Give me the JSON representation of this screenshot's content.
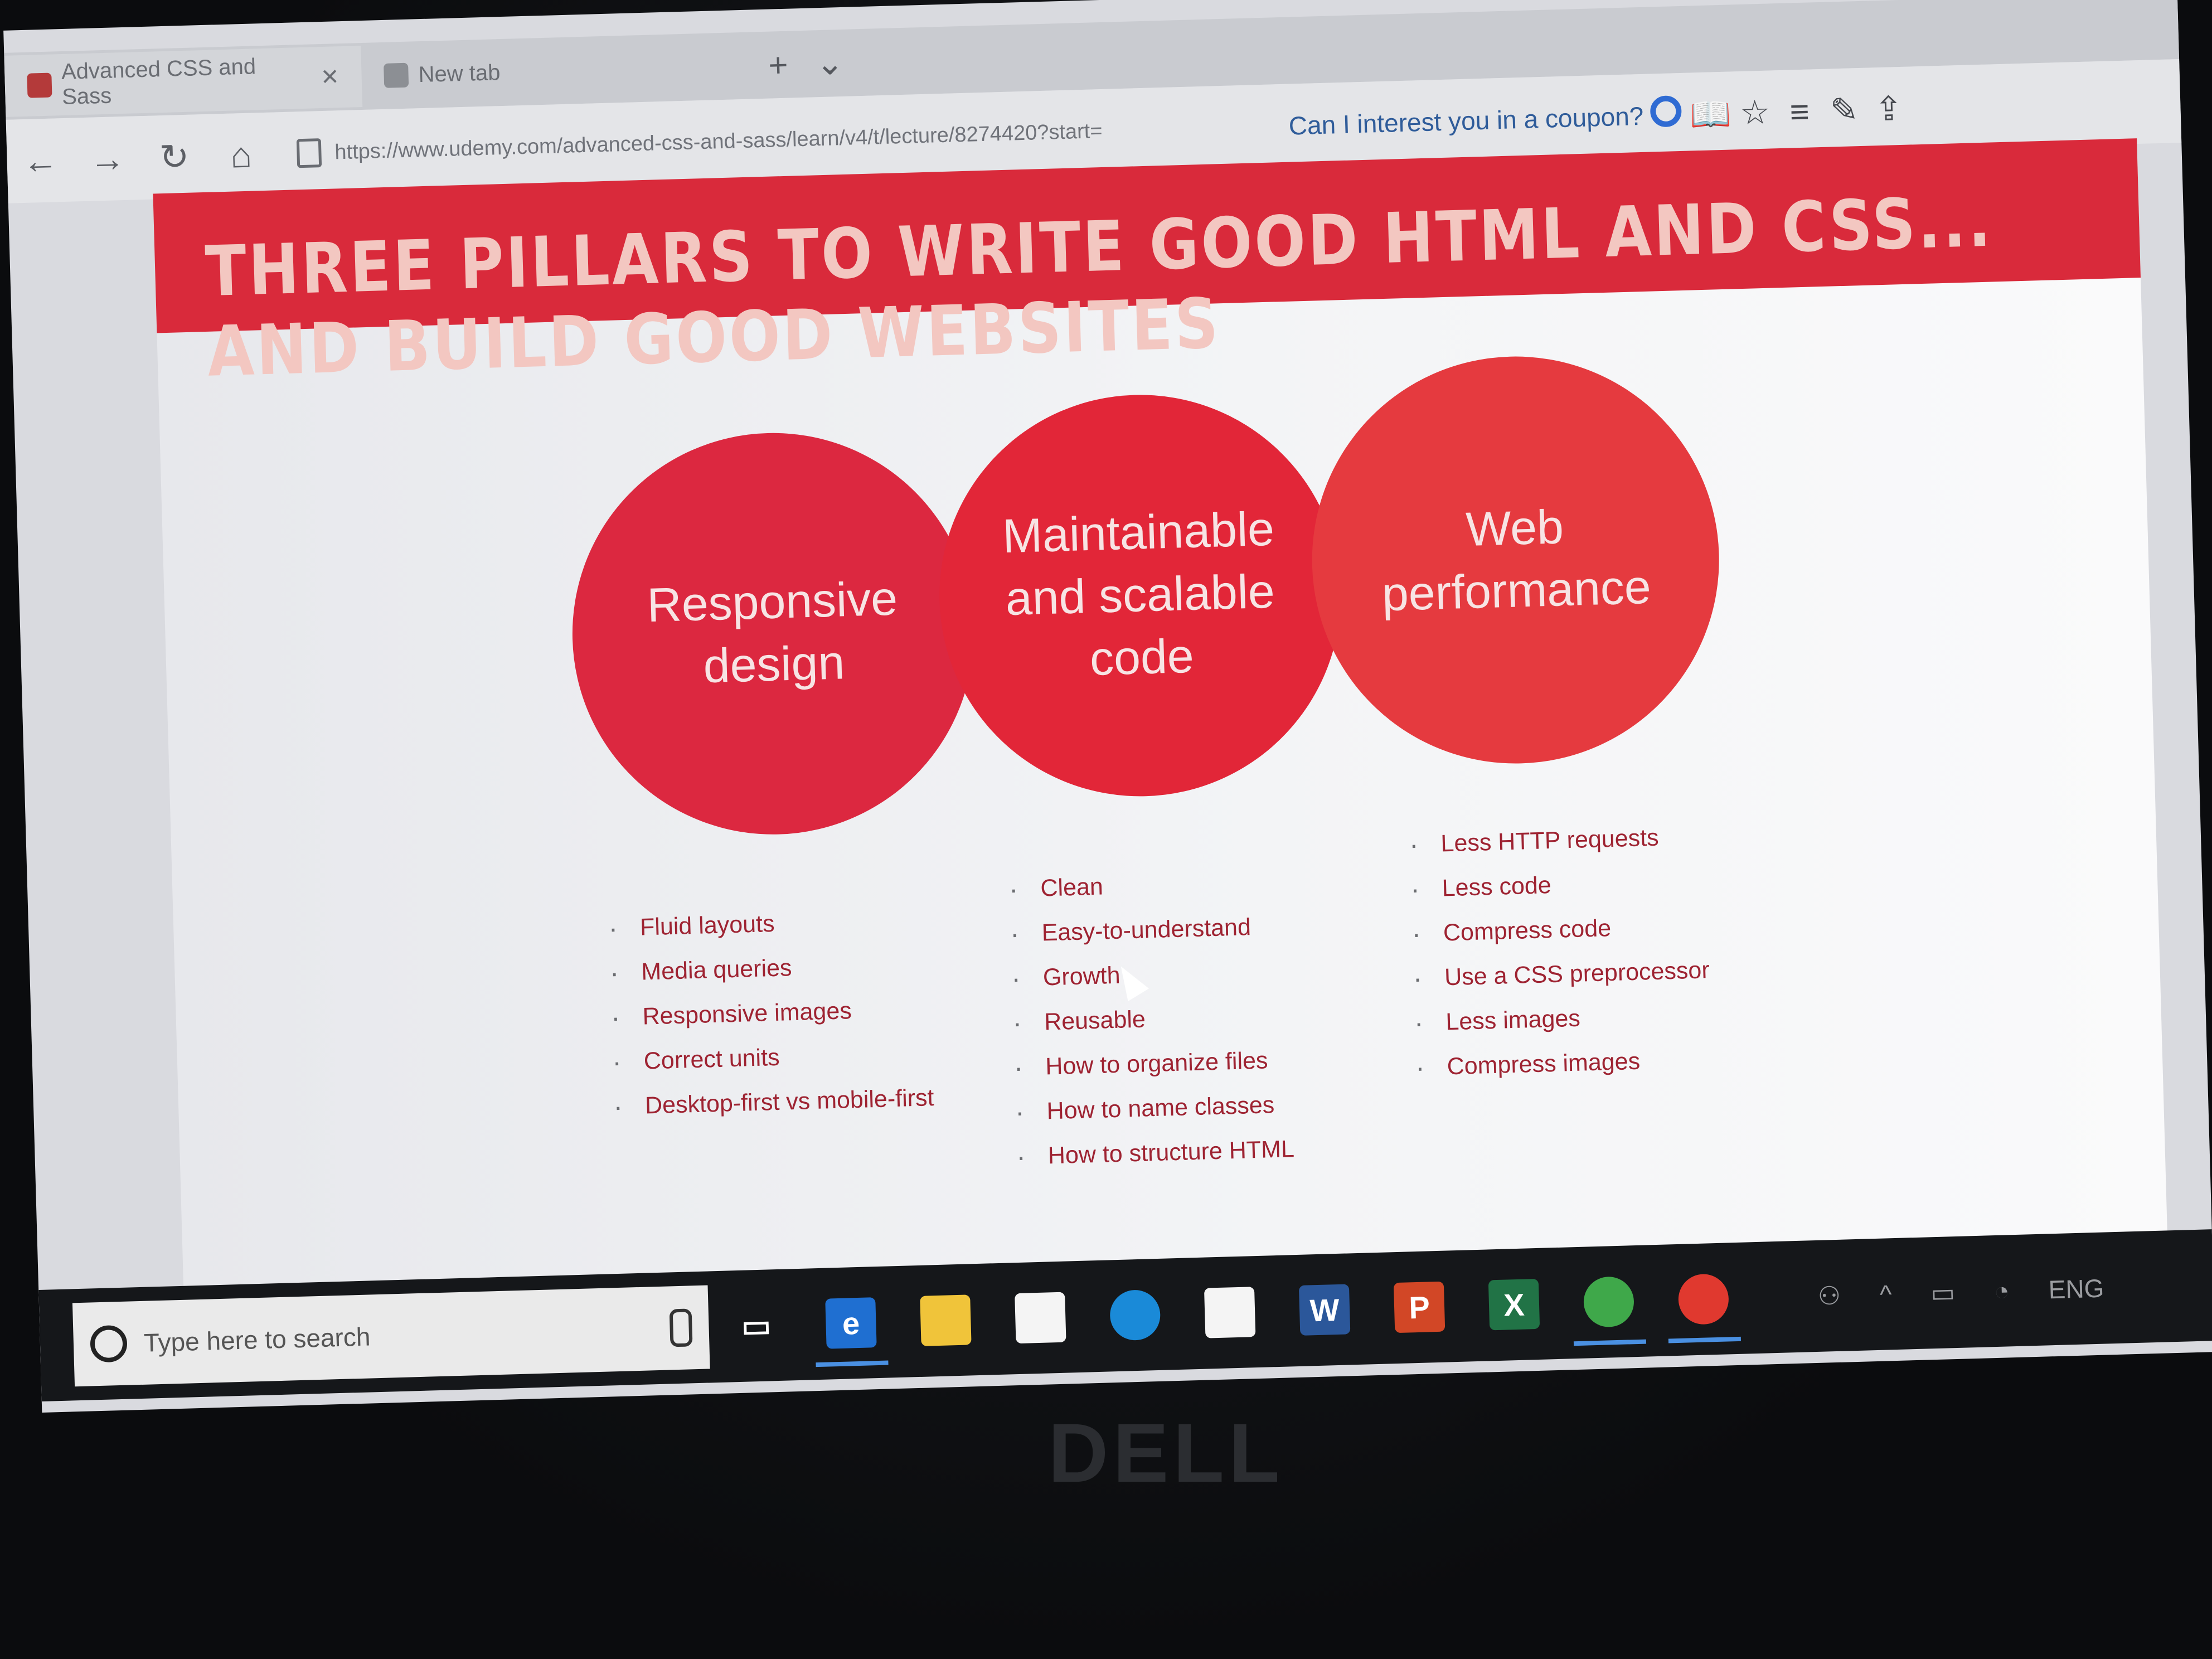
{
  "browser": {
    "tabs": [
      {
        "label": "Advanced CSS and Sass",
        "icon": "udemy-icon"
      },
      {
        "label": "New tab",
        "icon": "new-tab-icon"
      }
    ],
    "url": "https://www.udemy.com/advanced-css-and-sass/learn/v4/t/lecture/8274420?start=",
    "coupon_prompt": "Can I interest you in a coupon?"
  },
  "slide": {
    "title": "THREE PILLARS TO WRITE GOOD HTML AND CSS... AND BUILD GOOD WEBSITES",
    "pillars": [
      {
        "heading": "Responsive design",
        "points": [
          "Fluid layouts",
          "Media queries",
          "Responsive images",
          "Correct units",
          "Desktop-first vs mobile-first"
        ]
      },
      {
        "heading": "Maintainable and scalable code",
        "points": [
          "Clean",
          "Easy-to-understand",
          "Growth",
          "Reusable",
          "How to organize files",
          "How to name classes",
          "How to structure HTML"
        ]
      },
      {
        "heading": "Web performance",
        "points": [
          "Less HTTP requests",
          "Less code",
          "Compress code",
          "Use a CSS preprocessor",
          "Less images",
          "Compress images"
        ]
      }
    ]
  },
  "taskbar": {
    "search_placeholder": "Type here to search",
    "language": "ENG",
    "apps": [
      {
        "icon": "task-view-icon",
        "glyph": "▭"
      },
      {
        "icon": "edge-icon",
        "glyph": "e",
        "color": "#1f6fd1",
        "active": true
      },
      {
        "icon": "file-explorer-icon",
        "glyph": "",
        "color": "#f0c43a"
      },
      {
        "icon": "store-icon",
        "glyph": "",
        "color": "#f4f4f4"
      },
      {
        "icon": "app-tool-icon",
        "glyph": "",
        "color": "#1a8ad8"
      },
      {
        "icon": "mail-icon",
        "glyph": "",
        "color": "#f4f4f4"
      },
      {
        "icon": "word-icon",
        "glyph": "W",
        "color": "#2b579a"
      },
      {
        "icon": "powerpoint-icon",
        "glyph": "P",
        "color": "#d24726"
      },
      {
        "icon": "excel-icon",
        "glyph": "X",
        "color": "#217346"
      },
      {
        "icon": "atom-icon",
        "glyph": "",
        "color": "#3fa84a",
        "active": true
      },
      {
        "icon": "chrome-icon",
        "glyph": "",
        "color": "#e0392f",
        "active": true
      }
    ]
  },
  "device": {
    "brand": "DELL"
  }
}
